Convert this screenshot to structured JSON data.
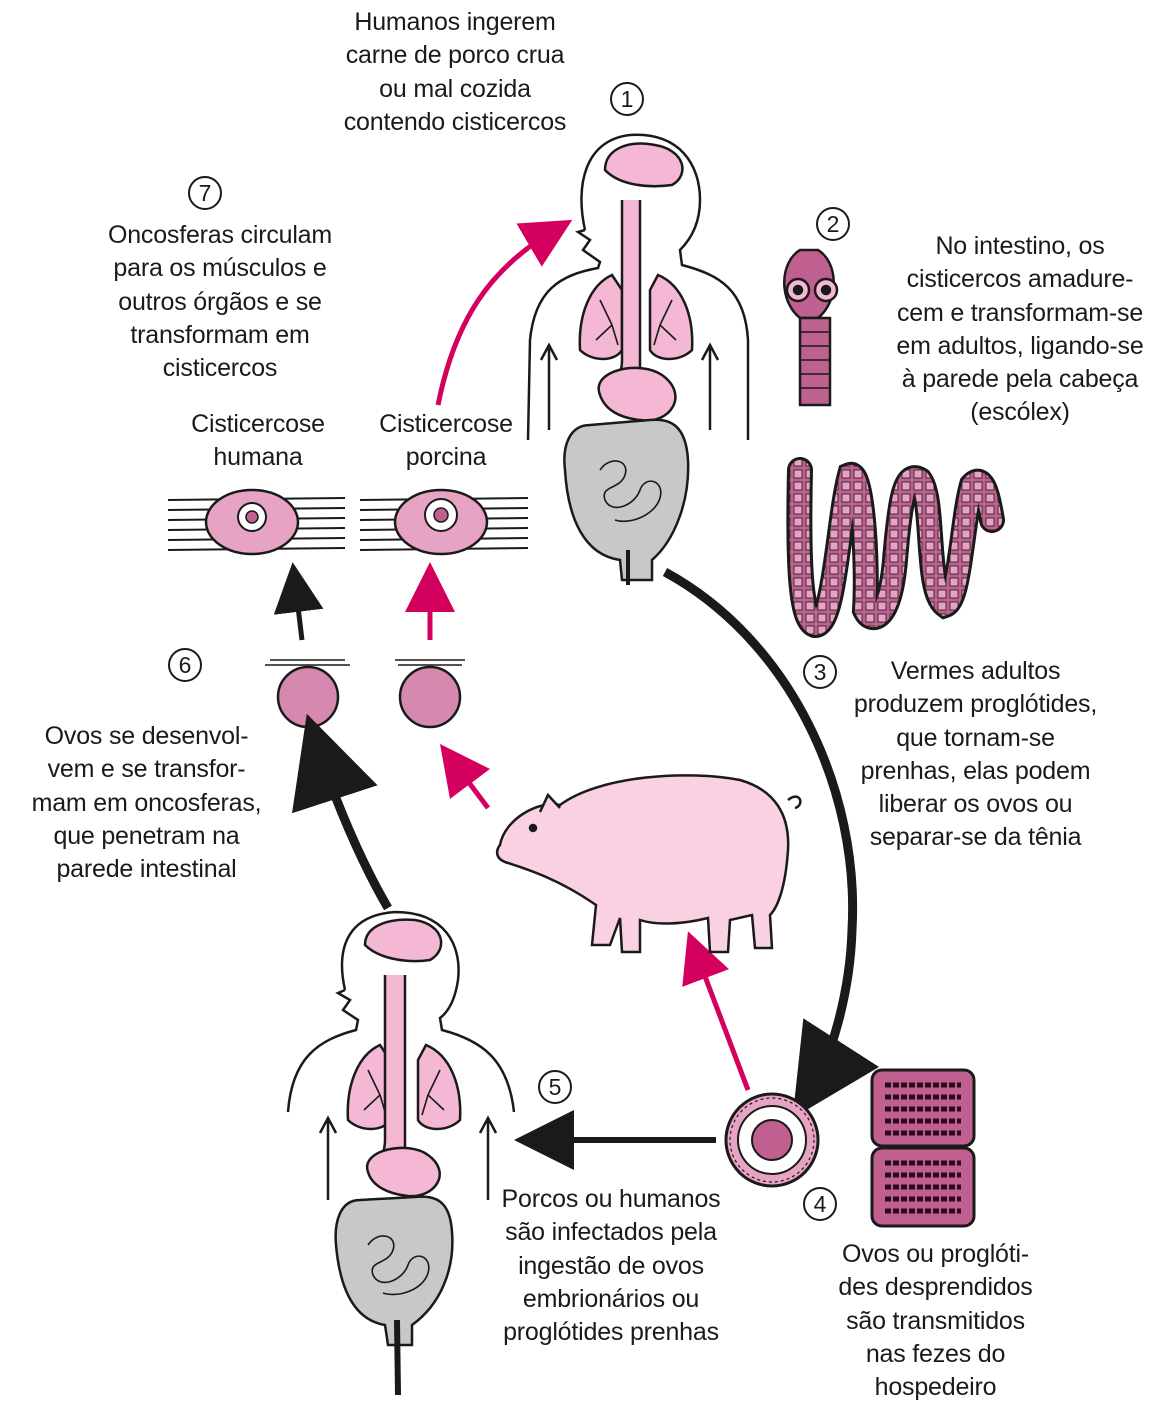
{
  "colors": {
    "pink": "#f4b8d4",
    "magenta": "#c06090",
    "arrow_pink": "#d4005e",
    "gray": "#c8c8c8",
    "ink": "#1a1a1a"
  },
  "steps": [
    {
      "num": "1",
      "text": "Humanos ingerem\ncarne de porco crua\nou mal cozida\ncontendo cisticercos"
    },
    {
      "num": "2",
      "text": "No intestino, os\ncisticercos amadure-\ncem e transformam-se\nem adultos, ligando-se\nà parede pela cabeça\n(escólex)"
    },
    {
      "num": "3",
      "text": "Vermes adultos\nproduzem proglótides,\nque tornam-se\nprenhas, elas podem\nliberar os ovos ou\nseparar-se da tênia"
    },
    {
      "num": "4",
      "text": "Ovos ou proglóti-\ndes desprendidos\nsão transmitidos\nnas fezes do\nhospedeiro"
    },
    {
      "num": "5",
      "text": "Porcos ou humanos\nsão infectados pela\ningestão de ovos\nembrionários ou\nproglótides prenhas"
    },
    {
      "num": "6",
      "text": "Ovos se desenvol-\nvem e se transfor-\nmam em oncosferas,\nque penetram na\nparede intestinal"
    },
    {
      "num": "7",
      "text": "Oncosferas circulam\npara os músculos e\noutros órgãos e se\ntransformam em\ncisticercos"
    }
  ],
  "labels": {
    "human_cysticercosis": "Cisticercose\nhumana",
    "porcine_cysticercosis": "Cisticercose\nporcina"
  }
}
